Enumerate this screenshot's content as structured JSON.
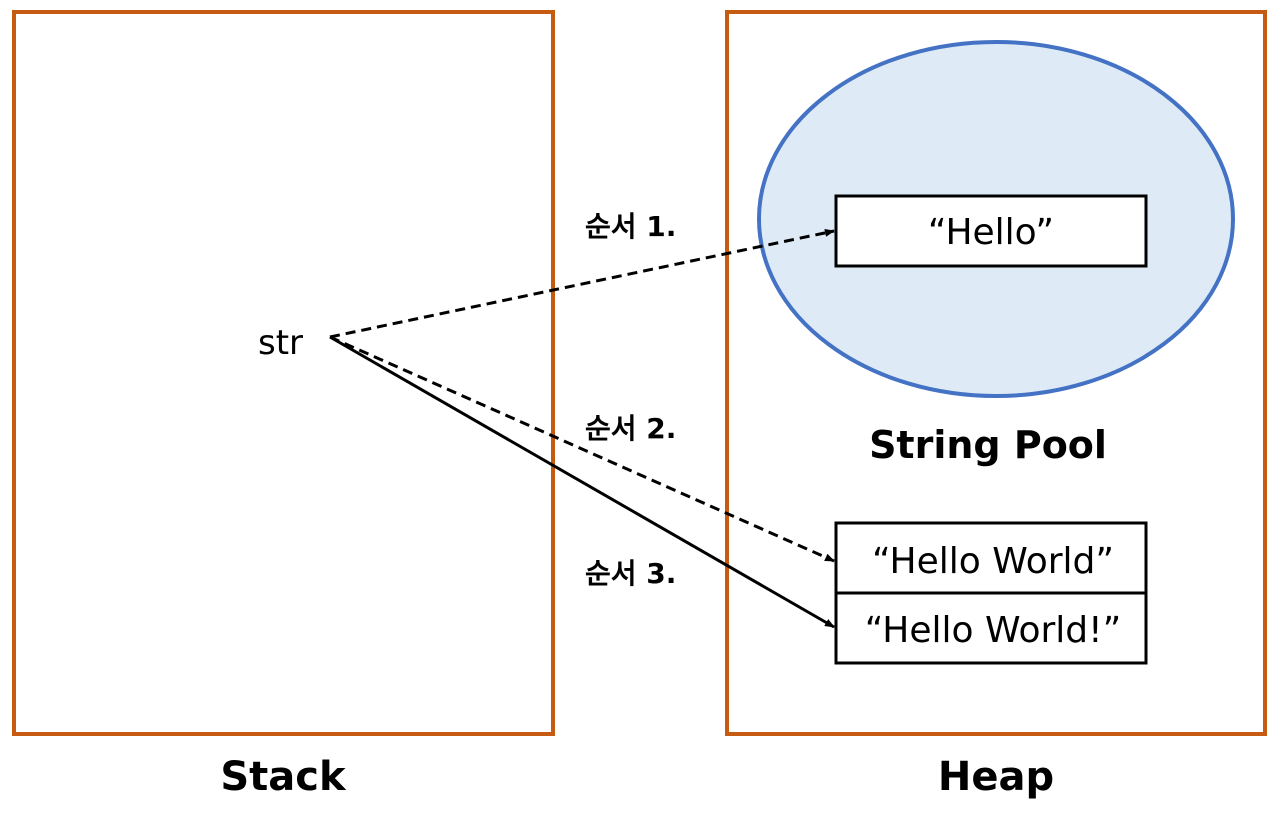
{
  "stack": {
    "title": "Stack",
    "variable": "str"
  },
  "heap": {
    "title": "Heap",
    "pool_title": "String Pool",
    "pool_string": "“Hello”",
    "heap_strings": [
      "“Hello World”",
      "“Hello World!”"
    ]
  },
  "steps": [
    {
      "label": "순서 1.",
      "style": "dashed",
      "target": "“Hello”"
    },
    {
      "label": "순서 2.",
      "style": "dashed",
      "target": "“Hello World”"
    },
    {
      "label": "순서 3.",
      "style": "solid",
      "target": "“Hello World!”"
    }
  ],
  "colors": {
    "region_border": "#C55A11",
    "pool_fill": "#DEEBF7",
    "pool_border": "#4472C4",
    "line": "#000000"
  }
}
